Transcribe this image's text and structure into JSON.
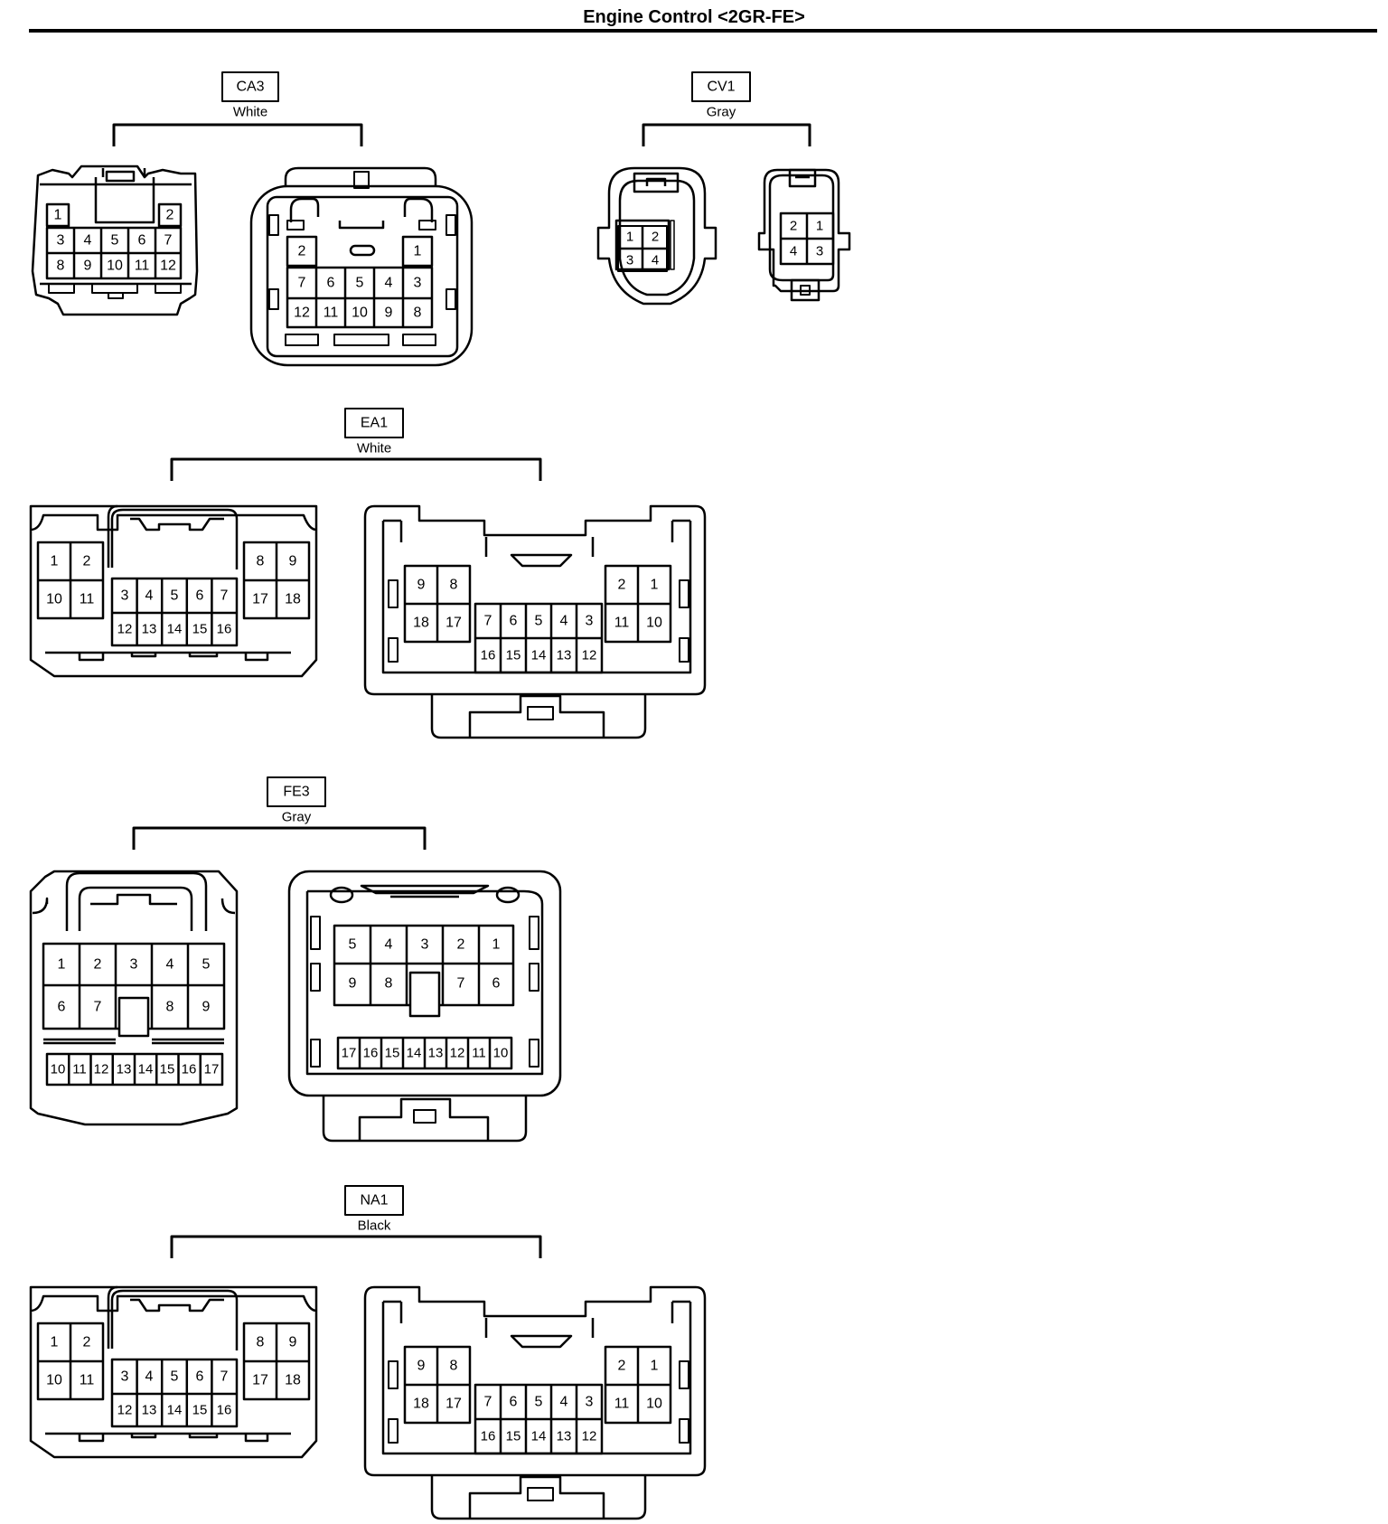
{
  "page": {
    "title": "Engine Control <2GR-FE>"
  },
  "connectors": [
    {
      "id": "CA3",
      "color": "White",
      "male": [
        "1",
        "2",
        "3",
        "4",
        "5",
        "6",
        "7",
        "8",
        "9",
        "10",
        "11",
        "12"
      ],
      "female": [
        "2",
        "1",
        "7",
        "6",
        "5",
        "4",
        "3",
        "12",
        "11",
        "10",
        "9",
        "8"
      ]
    },
    {
      "id": "CV1",
      "color": "Gray",
      "male": [
        "1",
        "2",
        "3",
        "4"
      ],
      "female": [
        "2",
        "1",
        "4",
        "3"
      ]
    },
    {
      "id": "EA1",
      "color": "White",
      "male": [
        "1",
        "2",
        "10",
        "11",
        "8",
        "9",
        "17",
        "18",
        "3",
        "4",
        "5",
        "6",
        "7",
        "12",
        "13",
        "14",
        "15",
        "16"
      ],
      "female": [
        "9",
        "8",
        "18",
        "17",
        "2",
        "1",
        "11",
        "10",
        "7",
        "6",
        "5",
        "4",
        "3",
        "16",
        "15",
        "14",
        "13",
        "12"
      ]
    },
    {
      "id": "FE3",
      "color": "Gray",
      "male": [
        "1",
        "2",
        "3",
        "4",
        "5",
        "6",
        "7",
        "8",
        "9",
        "10",
        "11",
        "12",
        "13",
        "14",
        "15",
        "16",
        "17"
      ],
      "female": [
        "5",
        "4",
        "3",
        "2",
        "1",
        "9",
        "8",
        "7",
        "6",
        "17",
        "16",
        "15",
        "14",
        "13",
        "12",
        "11",
        "10"
      ]
    },
    {
      "id": "NA1",
      "color": "Black",
      "male": [
        "1",
        "2",
        "10",
        "11",
        "8",
        "9",
        "17",
        "18",
        "3",
        "4",
        "5",
        "6",
        "7",
        "12",
        "13",
        "14",
        "15",
        "16"
      ],
      "female": [
        "9",
        "8",
        "18",
        "17",
        "2",
        "1",
        "11",
        "10",
        "7",
        "6",
        "5",
        "4",
        "3",
        "16",
        "15",
        "14",
        "13",
        "12"
      ]
    }
  ]
}
